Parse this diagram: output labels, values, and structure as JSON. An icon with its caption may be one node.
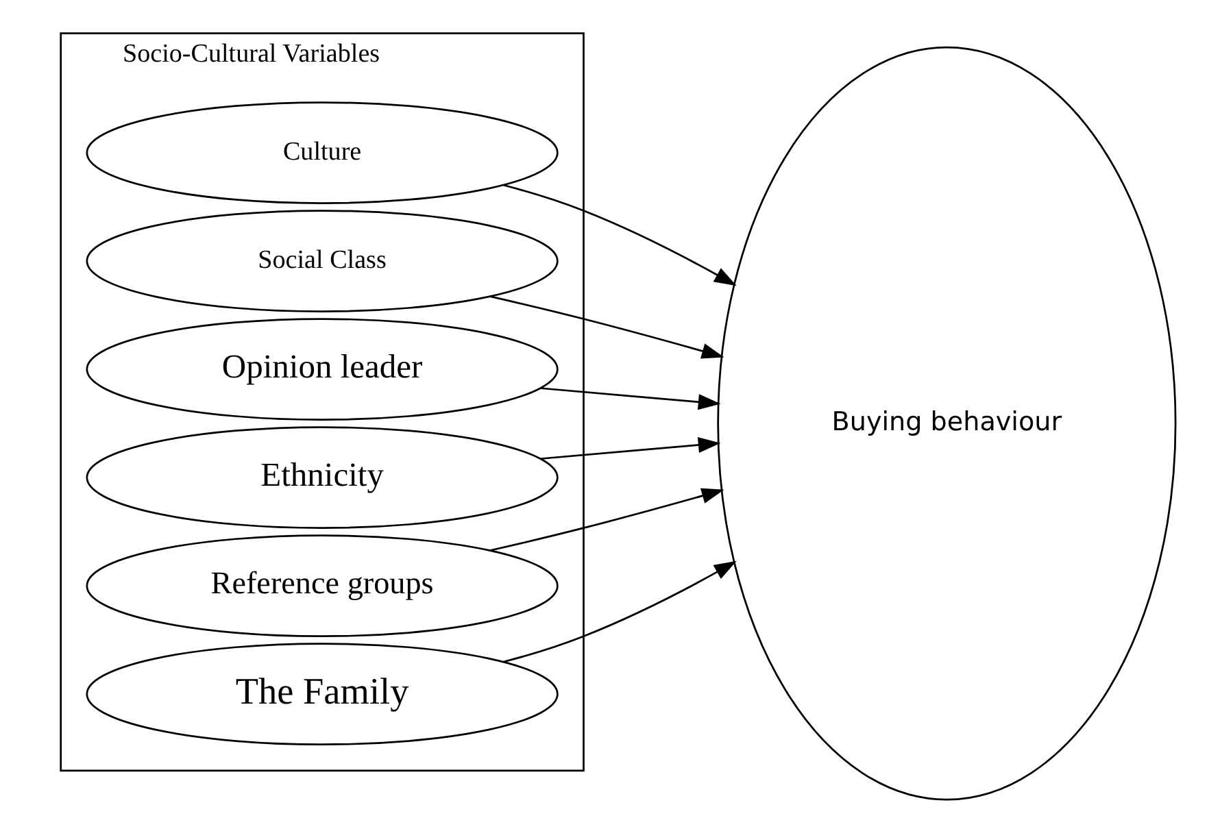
{
  "diagram": {
    "nodes": [
      {
        "text": [
          "Socio-Cultural Variables"
        ]
      },
      {
        "text": [
          "Culture"
        ],
        "in": 0
      },
      {
        "text": [
          "Social Class"
        ],
        "in": 0
      },
      {
        "text": [
          "Opinion leader"
        ],
        "in": 0
      },
      {
        "text": [
          "Ethnicity"
        ],
        "in": 0
      },
      {
        "text": [
          "Reference groups"
        ],
        "in": 0
      },
      {
        "text": [
          "The Family"
        ],
        "in": 0
      },
      {
        "text": [
          "Buying behaviour"
        ]
      }
    ],
    "edges": [
      {
        "from": 1,
        "to": 7,
        "arrow": "to"
      },
      {
        "from": 2,
        "to": 7,
        "arrow": "to"
      },
      {
        "from": 3,
        "to": 7,
        "arrow": "to"
      },
      {
        "from": 4,
        "to": 7,
        "arrow": "to"
      },
      {
        "from": 5,
        "to": 7,
        "arrow": "to"
      },
      {
        "from": 6,
        "to": 7,
        "arrow": "to"
      }
    ]
  }
}
